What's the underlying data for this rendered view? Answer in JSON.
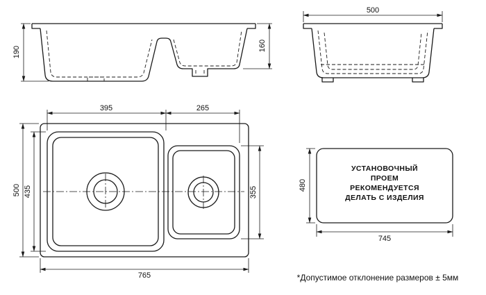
{
  "drawing": {
    "front_view": {
      "overall_height": "190",
      "right_bowl_height": "160"
    },
    "side_view": {
      "overall_width": "500"
    },
    "plan_view": {
      "left_bowl_width": "395",
      "right_bowl_width": "265",
      "overall_depth": "500",
      "left_bowl_depth": "435",
      "right_bowl_depth": "355",
      "overall_width": "765"
    },
    "cutout": {
      "line1": "УСТАНОВОЧНЫЙ",
      "line2": "ПРОЕМ",
      "line3": "РЕКОМЕНДУЕТСЯ",
      "line4": "ДЕЛАТЬ С ИЗДЕЛИЯ",
      "height": "480",
      "width": "745"
    },
    "footnote": "*Допустимое отклонение размеров ± 5мм"
  }
}
